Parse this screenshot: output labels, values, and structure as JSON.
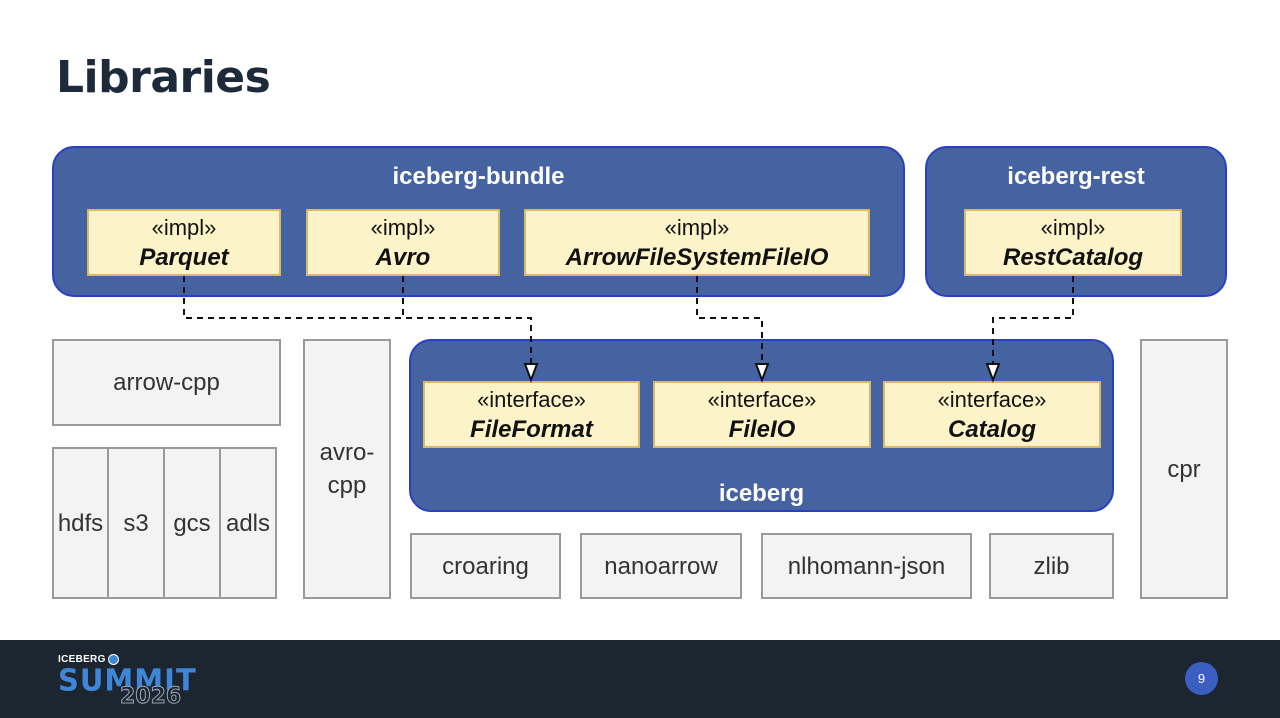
{
  "slide": {
    "title": "Libraries",
    "page_number": "9"
  },
  "packages": {
    "bundle": "iceberg-bundle",
    "rest": "iceberg-rest",
    "core": "iceberg"
  },
  "components": {
    "parquet": {
      "stereotype": "«impl»",
      "name": "Parquet"
    },
    "avro": {
      "stereotype": "«impl»",
      "name": "Avro"
    },
    "arrowfs": {
      "stereotype": "«impl»",
      "name": "ArrowFileSystemFileIO"
    },
    "restcat": {
      "stereotype": "«impl»",
      "name": "RestCatalog"
    },
    "fileformat": {
      "stereotype": "«interface»",
      "name": "FileFormat"
    },
    "fileio": {
      "stereotype": "«interface»",
      "name": "FileIO"
    },
    "catalog": {
      "stereotype": "«interface»",
      "name": "Catalog"
    }
  },
  "libraries": {
    "arrow_cpp": "arrow-cpp",
    "hdfs": "hdfs",
    "s3": "s3",
    "gcs": "gcs",
    "adls": "adls",
    "avro_cpp_1": "avro-",
    "avro_cpp_2": "cpp",
    "croaring": "croaring",
    "nanoarrow": "nanoarrow",
    "nlohmann_json": "nlhomann-json",
    "zlib": "zlib",
    "cpr": "cpr"
  },
  "brand": {
    "event_top": "ICEBERG",
    "event_name": "SUMMIT",
    "event_year": "2026"
  },
  "colors": {
    "package_fill": "#4563a0",
    "component_fill": "#fdf3c8",
    "library_fill": "#f3f3f3",
    "footer": "#1c2631",
    "badge": "#3a5fc0"
  }
}
